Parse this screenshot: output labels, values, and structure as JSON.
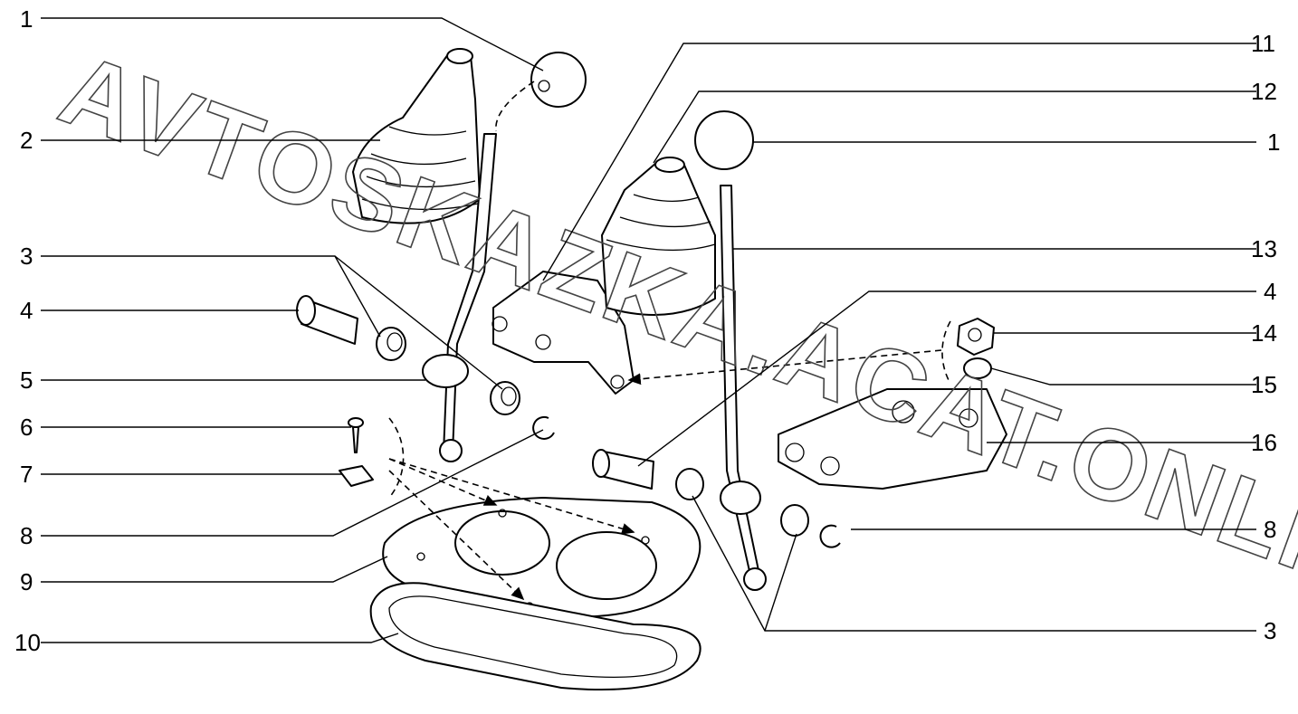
{
  "watermark": "AVTOSKAZKA.ACAT.ONLINE",
  "callouts_left": [
    "1",
    "2",
    "3",
    "4",
    "5",
    "6",
    "7",
    "8",
    "9",
    "10"
  ],
  "callouts_right": [
    "11",
    "12",
    "1",
    "13",
    "4",
    "14",
    "15",
    "16",
    "8",
    "3"
  ]
}
